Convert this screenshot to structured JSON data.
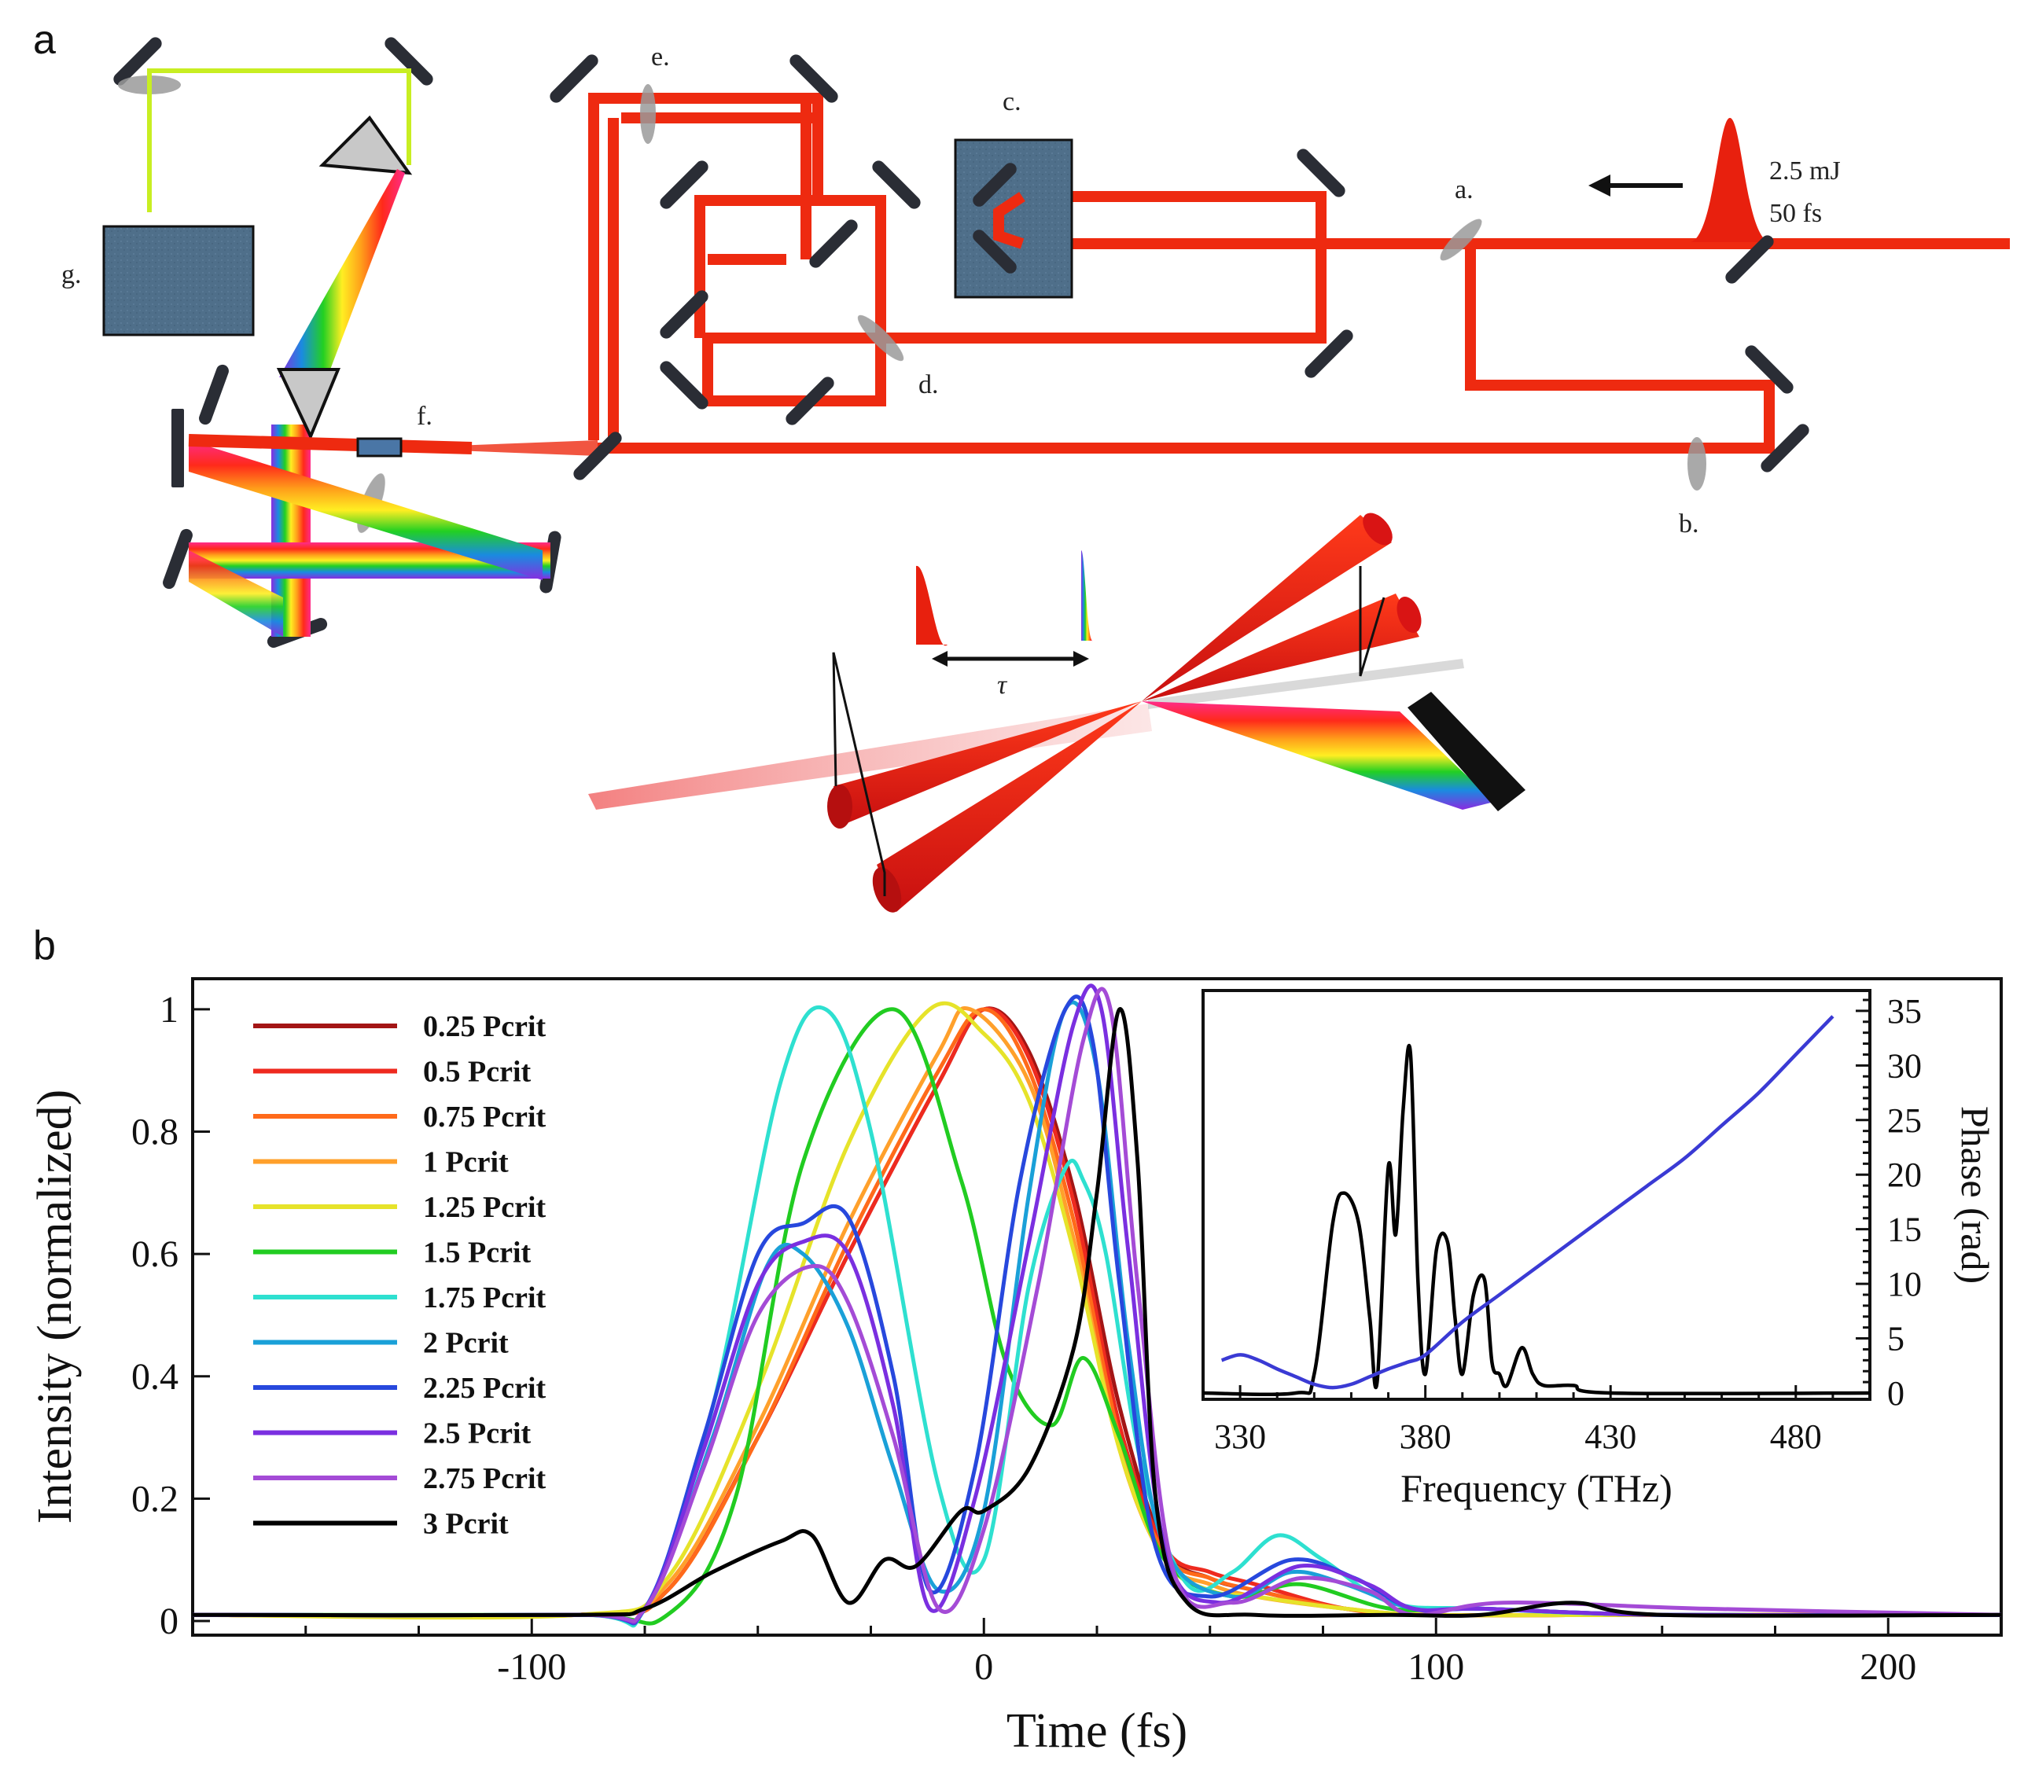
{
  "panel_a": {
    "letter": "a",
    "labels": {
      "a": "a.",
      "b": "b.",
      "c": "c.",
      "d": "d.",
      "e": "e.",
      "f": "f.",
      "g": "g."
    },
    "pulse_energy": "2.5 mJ",
    "pulse_duration": "50 fs",
    "delay_symbol": "τ"
  },
  "panel_b": {
    "letter": "b",
    "legend": [
      {
        "label": "0.25 Pcrit",
        "color": "#a31515"
      },
      {
        "label": "0.5 Pcrit",
        "color": "#ee2a1f"
      },
      {
        "label": "0.75 Pcrit",
        "color": "#ff6a1a"
      },
      {
        "label": "1 Pcrit",
        "color": "#ffa02b"
      },
      {
        "label": "1.25 Pcrit",
        "color": "#e6e32a"
      },
      {
        "label": "1.5 Pcrit",
        "color": "#21cc21"
      },
      {
        "label": "1.75 Pcrit",
        "color": "#2ee0d0"
      },
      {
        "label": "2 Pcrit",
        "color": "#1aa0d8"
      },
      {
        "label": "2.25 Pcrit",
        "color": "#2748dd"
      },
      {
        "label": "2.5 Pcrit",
        "color": "#7a2fe0"
      },
      {
        "label": "2.75 Pcrit",
        "color": "#a44bd6"
      },
      {
        "label": "3 Pcrit",
        "color": "#000000"
      }
    ]
  },
  "chart_data": [
    {
      "type": "line",
      "xlabel": "Time (fs)",
      "ylabel": "Intensity (normalized)",
      "xlim": [
        -175,
        225
      ],
      "ylim": [
        0,
        1.05
      ],
      "xticks": [
        -100,
        0,
        100,
        200
      ],
      "yticks": [
        0,
        0.2,
        0.4,
        0.6,
        0.8,
        1
      ],
      "ytick_labels": [
        "0",
        "0.2",
        "0.4",
        "0.6",
        "0.8",
        "1"
      ],
      "xtick_labels": [
        "-100",
        "0",
        "100",
        "200"
      ],
      "legend_position": "top-left",
      "series": [
        {
          "name": "0.25 Pcrit",
          "x": [
            -175,
            -90,
            -70,
            -50,
            -30,
            -10,
            0,
            10,
            20,
            30,
            40,
            50,
            60,
            80,
            100,
            150,
            225
          ],
          "y": [
            0.01,
            0.01,
            0.05,
            0.3,
            0.6,
            0.88,
            1.0,
            0.93,
            0.7,
            0.35,
            0.12,
            0.07,
            0.05,
            0.02,
            0.01,
            0.01,
            0.01
          ]
        },
        {
          "name": "0.5 Pcrit",
          "x": [
            -175,
            -90,
            -70,
            -50,
            -30,
            -10,
            0,
            10,
            20,
            30,
            40,
            50,
            60,
            80,
            100,
            150,
            225
          ],
          "y": [
            0.01,
            0.01,
            0.05,
            0.3,
            0.6,
            0.88,
            1.0,
            0.92,
            0.68,
            0.32,
            0.12,
            0.08,
            0.06,
            0.02,
            0.01,
            0.01,
            0.01
          ]
        },
        {
          "name": "0.75 Pcrit",
          "x": [
            -175,
            -90,
            -70,
            -50,
            -30,
            -10,
            0,
            10,
            20,
            30,
            40,
            50,
            60,
            80,
            100,
            150,
            225
          ],
          "y": [
            0.01,
            0.01,
            0.05,
            0.3,
            0.62,
            0.9,
            1.0,
            0.9,
            0.65,
            0.3,
            0.11,
            0.07,
            0.05,
            0.02,
            0.01,
            0.01,
            0.01
          ]
        },
        {
          "name": "1 Pcrit",
          "x": [
            -175,
            -90,
            -70,
            -50,
            -30,
            -10,
            -3,
            10,
            20,
            30,
            40,
            50,
            60,
            80,
            100,
            150,
            225
          ],
          "y": [
            0.01,
            0.01,
            0.06,
            0.32,
            0.65,
            0.93,
            1.0,
            0.88,
            0.62,
            0.28,
            0.1,
            0.06,
            0.04,
            0.02,
            0.01,
            0.01,
            0.01
          ]
        },
        {
          "name": "1.25 Pcrit",
          "x": [
            -175,
            -90,
            -70,
            -50,
            -30,
            -12,
            0,
            10,
            20,
            30,
            40,
            50,
            60,
            80,
            100,
            150,
            225
          ],
          "y": [
            0.01,
            0.01,
            0.07,
            0.38,
            0.78,
            1.0,
            0.96,
            0.85,
            0.6,
            0.28,
            0.1,
            0.05,
            0.04,
            0.02,
            0.01,
            0.01,
            0.01
          ]
        },
        {
          "name": "1.5 Pcrit",
          "x": [
            -175,
            -90,
            -70,
            -55,
            -40,
            -20,
            -5,
            5,
            15,
            22,
            30,
            40,
            55,
            70,
            90,
            110,
            150,
            225
          ],
          "y": [
            0.01,
            0.01,
            0.01,
            0.2,
            0.75,
            1.0,
            0.72,
            0.42,
            0.32,
            0.43,
            0.3,
            0.1,
            0.04,
            0.06,
            0.02,
            0.02,
            0.01,
            0.01
          ]
        },
        {
          "name": "1.75 Pcrit",
          "x": [
            -175,
            -90,
            -75,
            -60,
            -45,
            -35,
            -25,
            -10,
            0,
            10,
            18,
            22,
            27,
            35,
            45,
            55,
            65,
            75,
            90,
            110,
            150,
            225
          ],
          "y": [
            0.01,
            0.01,
            0.02,
            0.35,
            0.88,
            1.0,
            0.8,
            0.22,
            0.1,
            0.55,
            0.74,
            0.72,
            0.6,
            0.25,
            0.06,
            0.08,
            0.14,
            0.1,
            0.03,
            0.02,
            0.01,
            0.01
          ]
        },
        {
          "name": "2 Pcrit",
          "x": [
            -175,
            -90,
            -75,
            -60,
            -48,
            -40,
            -30,
            -20,
            -10,
            0,
            10,
            18,
            25,
            32,
            40,
            55,
            68,
            80,
            95,
            110,
            150,
            225
          ],
          "y": [
            0.01,
            0.01,
            0.02,
            0.3,
            0.58,
            0.6,
            0.48,
            0.25,
            0.05,
            0.18,
            0.7,
            1.0,
            0.9,
            0.45,
            0.12,
            0.04,
            0.08,
            0.06,
            0.02,
            0.02,
            0.01,
            0.01
          ]
        },
        {
          "name": "2.25 Pcrit",
          "x": [
            -175,
            -90,
            -75,
            -62,
            -50,
            -40,
            -30,
            -20,
            -12,
            -2,
            8,
            18,
            24,
            30,
            38,
            50,
            68,
            82,
            95,
            110,
            150,
            225
          ],
          "y": [
            0.01,
            0.01,
            0.02,
            0.3,
            0.6,
            0.65,
            0.66,
            0.4,
            0.05,
            0.25,
            0.72,
            1.0,
            0.95,
            0.55,
            0.12,
            0.04,
            0.1,
            0.07,
            0.02,
            0.02,
            0.01,
            0.01
          ]
        },
        {
          "name": "2.5 Pcrit",
          "x": [
            -175,
            -90,
            -75,
            -62,
            -50,
            -40,
            -30,
            -20,
            -12,
            -2,
            10,
            20,
            26,
            32,
            40,
            52,
            70,
            85,
            95,
            110,
            150,
            225
          ],
          "y": [
            0.01,
            0.01,
            0.02,
            0.28,
            0.55,
            0.62,
            0.6,
            0.35,
            0.02,
            0.2,
            0.62,
            0.98,
            1.0,
            0.6,
            0.12,
            0.03,
            0.09,
            0.06,
            0.02,
            0.02,
            0.01,
            0.01
          ]
        },
        {
          "name": "2.75 Pcrit",
          "x": [
            -175,
            -90,
            -75,
            -62,
            -50,
            -38,
            -30,
            -20,
            -10,
            0,
            12,
            22,
            28,
            34,
            42,
            55,
            70,
            85,
            95,
            115,
            160,
            225
          ],
          "y": [
            0.01,
            0.01,
            0.02,
            0.25,
            0.5,
            0.58,
            0.52,
            0.3,
            0.02,
            0.15,
            0.55,
            0.95,
            1.0,
            0.55,
            0.08,
            0.03,
            0.07,
            0.05,
            0.01,
            0.03,
            0.02,
            0.01
          ]
        },
        {
          "name": "3 Pcrit",
          "x": [
            -175,
            -90,
            -75,
            -60,
            -45,
            -38,
            -30,
            -22,
            -15,
            -5,
            0,
            10,
            20,
            25,
            30,
            34,
            38,
            45,
            60,
            90,
            110,
            130,
            150,
            225
          ],
          "y": [
            0.01,
            0.01,
            0.02,
            0.08,
            0.13,
            0.14,
            0.03,
            0.1,
            0.09,
            0.18,
            0.18,
            0.25,
            0.45,
            0.7,
            1.0,
            0.75,
            0.2,
            0.03,
            0.01,
            0.01,
            0.01,
            0.03,
            0.01,
            0.01
          ]
        }
      ]
    },
    {
      "type": "line",
      "xlabel": "Frequency (THz)",
      "ylabel": "Phase (rad)",
      "xlim": [
        320,
        500
      ],
      "xticks": [
        330,
        380,
        430,
        480
      ],
      "yticks": [
        0,
        5,
        10,
        15,
        20,
        25,
        30,
        35
      ],
      "xtick_labels": [
        "330",
        "380",
        "430",
        "480"
      ],
      "ytick_labels": [
        "0",
        "5",
        "10",
        "15",
        "20",
        "25",
        "30",
        "35"
      ],
      "series": [
        {
          "color": "#000000",
          "axis": "left",
          "x": [
            320,
            345,
            350,
            355,
            358,
            362,
            365,
            367,
            370,
            372,
            374,
            376,
            378,
            380,
            383,
            386,
            388,
            390,
            393,
            396,
            398,
            400,
            402,
            406,
            409,
            412,
            420,
            430,
            500
          ],
          "y": [
            0.0,
            0.0,
            0.05,
            0.45,
            0.53,
            0.45,
            0.2,
            0.03,
            0.6,
            0.42,
            0.75,
            0.9,
            0.3,
            0.05,
            0.38,
            0.4,
            0.2,
            0.05,
            0.26,
            0.3,
            0.08,
            0.05,
            0.02,
            0.12,
            0.05,
            0.02,
            0.02,
            0.0,
            0.0
          ]
        },
        {
          "color": "#3a3ad4",
          "axis": "right",
          "x": [
            325,
            330,
            335,
            340,
            345,
            350,
            355,
            360,
            365,
            370,
            375,
            380,
            390,
            400,
            410,
            420,
            430,
            440,
            450,
            460,
            470,
            480,
            490
          ],
          "y": [
            3.0,
            3.5,
            3.0,
            2.2,
            1.5,
            0.8,
            0.5,
            0.8,
            1.5,
            2.2,
            2.8,
            3.5,
            6.5,
            9.0,
            11.5,
            14.0,
            16.5,
            19.0,
            21.5,
            24.5,
            27.5,
            31.0,
            34.5
          ]
        }
      ]
    }
  ]
}
